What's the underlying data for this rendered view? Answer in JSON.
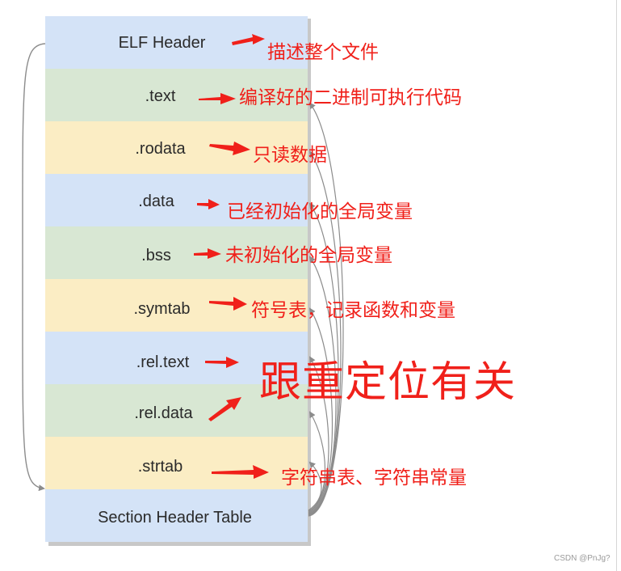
{
  "sections": [
    {
      "label": "ELF Header",
      "color": "#d4e3f7",
      "note": "描述整个文件"
    },
    {
      "label": ".text",
      "color": "#d8e7d3",
      "note": "编译好的二进制可执行代码"
    },
    {
      "label": ".rodata",
      "color": "#fbedc4",
      "note": "只读数据"
    },
    {
      "label": ".data",
      "color": "#d4e3f7",
      "note": "已经初始化的全局变量"
    },
    {
      "label": ".bss",
      "color": "#d8e7d3",
      "note": "未初始化的全局变量"
    },
    {
      "label": ".symtab",
      "color": "#fbedc4",
      "note": "符号表，记录函数和变量"
    },
    {
      "label": ".rel.text",
      "color": "#d4e3f7",
      "note": ""
    },
    {
      "label": ".rel.data",
      "color": "#d8e7d3",
      "note": ""
    },
    {
      "label": ".strtab",
      "color": "#fbedc4",
      "note": "字符串表、字符串常量"
    },
    {
      "label": "Section Header Table",
      "color": "#d4e3f7",
      "note": ""
    }
  ],
  "relocation_note": "跟重定位有关",
  "watermark": "CSDN @PnJg?",
  "colors": {
    "annotation_red": "#f0201a",
    "connector_gray": "#8c8c8c",
    "blue_band": "#d4e3f7",
    "green_band": "#d8e7d3",
    "yellow_band": "#fbedc4"
  }
}
